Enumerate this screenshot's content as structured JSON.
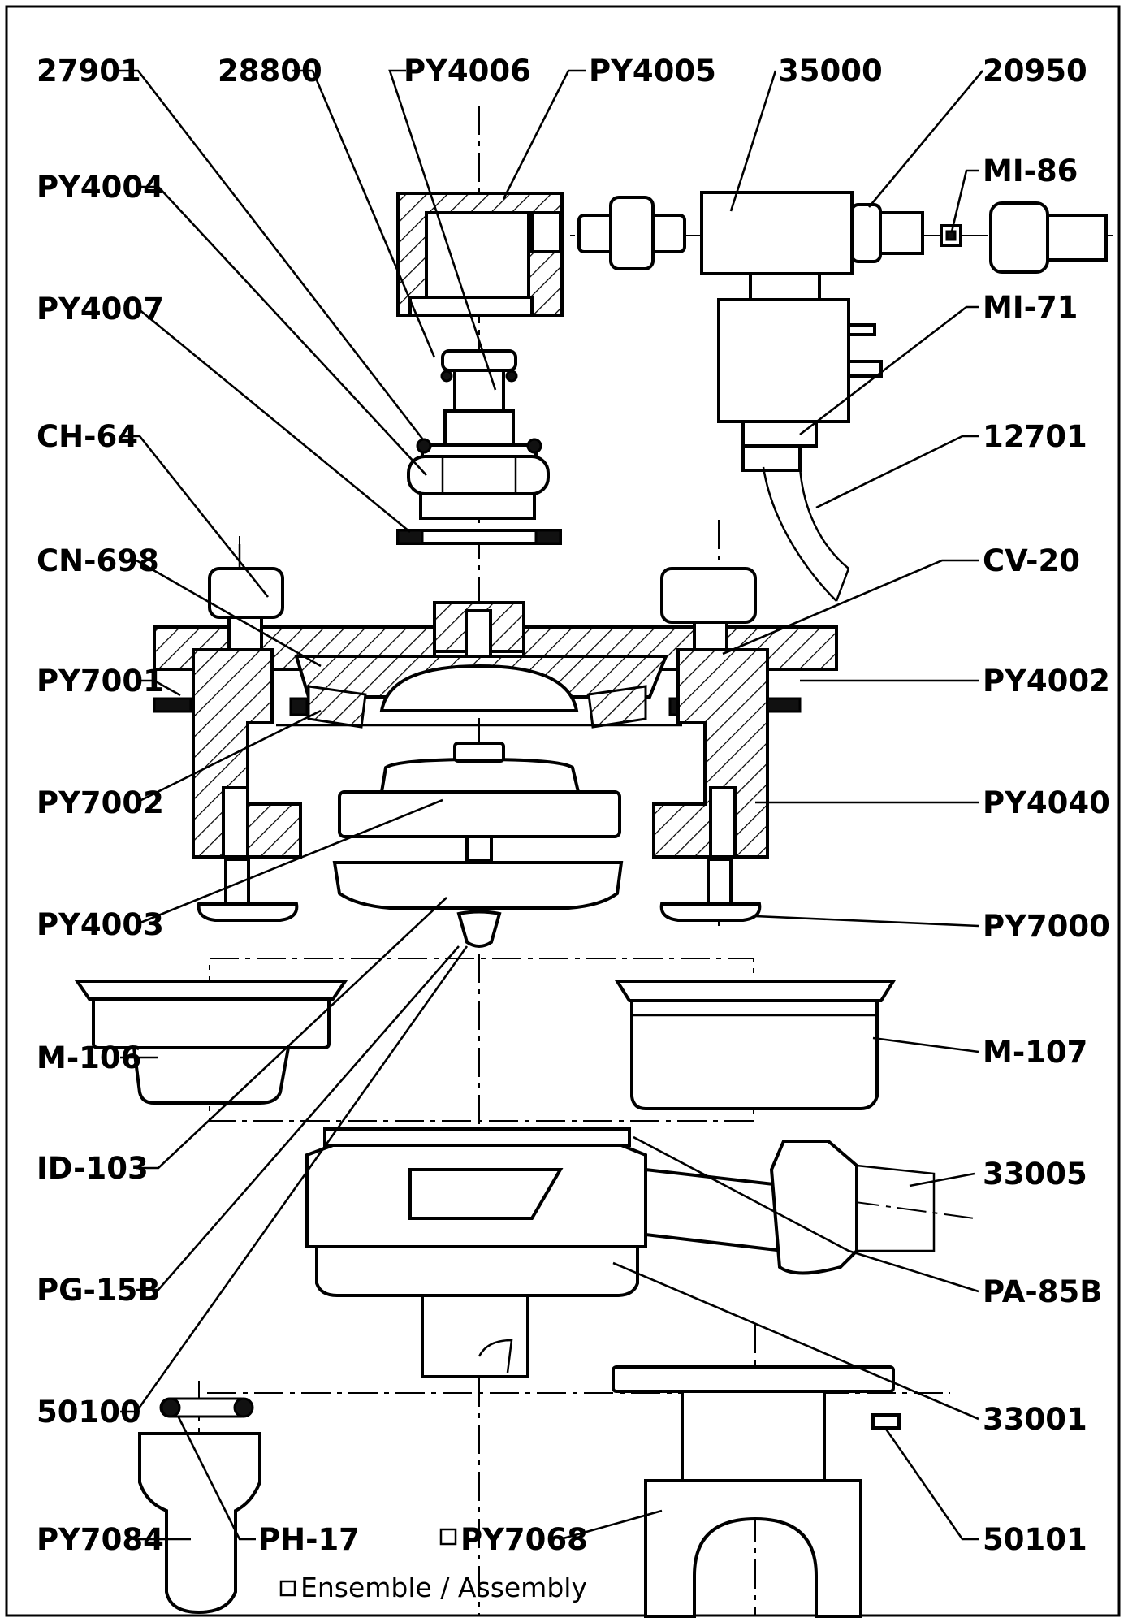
{
  "drawing": {
    "parts": {
      "p27901": "27901",
      "p28800": "28800",
      "pPY4006": "PY4006",
      "pPY4005": "PY4005",
      "p35000": "35000",
      "p20950": "20950",
      "pMI86": "MI-86",
      "pPY4004": "PY4004",
      "pPY4007": "PY4007",
      "pMI71": "MI-71",
      "pCH64": "CH-64",
      "p12701": "12701",
      "pCN698": "CN-698",
      "pCV20": "CV-20",
      "pPY7001": "PY7001",
      "pPY4002": "PY4002",
      "pPY7002": "PY7002",
      "pPY4040": "PY4040",
      "pPY4003": "PY4003",
      "pPY7000": "PY7000",
      "pM106": "M-106",
      "pM107": "M-107",
      "pID103": "ID-103",
      "p33005": "33005",
      "pPG15B": "PG-15B",
      "pPA85B": "PA-85B",
      "p50100": "50100",
      "p33001": "33001",
      "pPY7084": "PY7084",
      "pPH17": "PH-17",
      "pPY7068": "PY7068",
      "p50101": "50101"
    },
    "legend": {
      "symbol": "square",
      "text": "Ensemble / Assembly"
    }
  }
}
